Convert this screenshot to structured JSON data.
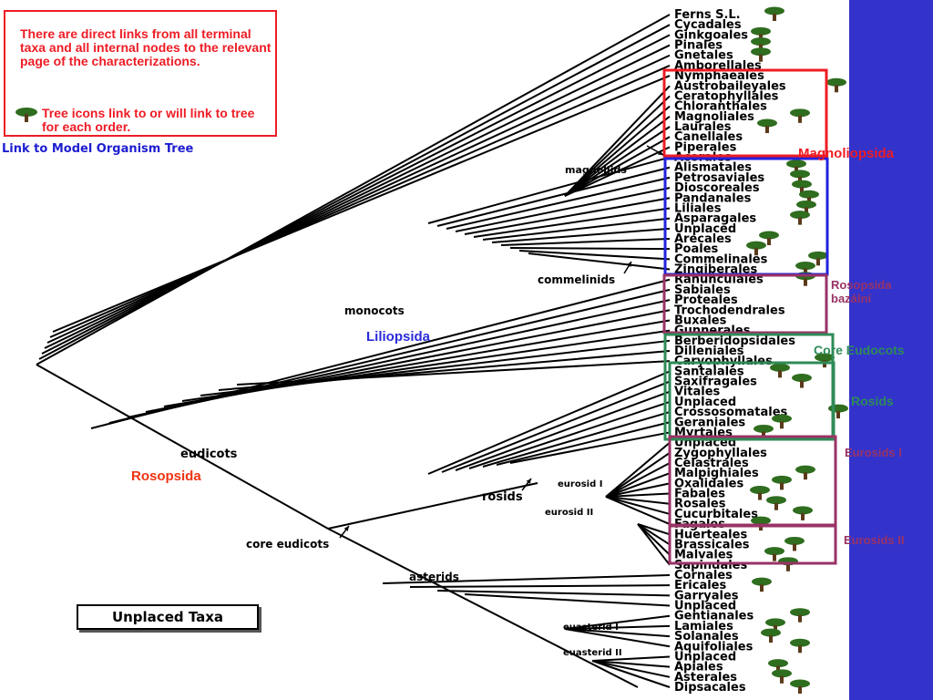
{
  "note": {
    "text1": "There are direct links from all terminal taxa and all internal nodes to the relevant page of the characterizations.",
    "text2": "Tree icons link to or will link to tree for each order.",
    "icon": "tree-icon"
  },
  "model_link": "Link to Model Organism Tree",
  "unplaced_button": "Unplaced Taxa",
  "colors": {
    "sidebar": "#3333cc",
    "magnoliopsida": "#ee1c25",
    "liliopsida": "#2222dd",
    "rosopsida_basalni": "#993366",
    "core_eudicots": "#2e8b57",
    "rosids": "#2e8b57",
    "eurosids": "#993366",
    "tree_icon": "#2f6d1f"
  },
  "groups": {
    "magnoliopsida": "Magnoliopsida",
    "liliopsida": "Liliopsida",
    "rosopsida": "Rosopsida",
    "rosopsida_basalni_1": "Rosopsida",
    "rosopsida_basalni_2": "bazální",
    "core_eudocots": "Core Eudocots",
    "rosids": "Rosids",
    "eurosids_1": "Eurosids I",
    "eurosids_2": "Eurosids II"
  },
  "clades": {
    "magnoliids": "magnoliids",
    "commelinids": "commelinids",
    "monocots": "monocots",
    "eudicots": "eudicots",
    "core_eudicots": "core eudicots",
    "rosids": "rosids",
    "eurosid1": "eurosid I",
    "eurosid2": "eurosid II",
    "asterids": "asterids",
    "euasterid1": "euasterid I",
    "euasterid2": "euasterid II"
  },
  "taxa": [
    {
      "name": "Ferns S.L.",
      "tree": true
    },
    {
      "name": "Cycadales",
      "tree": false
    },
    {
      "name": "Ginkgoales",
      "tree": true
    },
    {
      "name": "Pinales",
      "tree": true
    },
    {
      "name": "Gnetales",
      "tree": true
    },
    {
      "name": "Amborellales",
      "tree": false
    },
    {
      "name": "Nymphaeales",
      "tree": false
    },
    {
      "name": "Austrobaileyales",
      "tree": true
    },
    {
      "name": "Ceratophyllales",
      "tree": false
    },
    {
      "name": "Chloranthales",
      "tree": false
    },
    {
      "name": "Magnoliales",
      "tree": true
    },
    {
      "name": "Laurales",
      "tree": true
    },
    {
      "name": "Canellales",
      "tree": false
    },
    {
      "name": "Piperales",
      "tree": false
    },
    {
      "name": "Acorales",
      "tree": false
    },
    {
      "name": "Alismatales",
      "tree": true
    },
    {
      "name": "Petrosaviales",
      "tree": true
    },
    {
      "name": "Dioscoreales",
      "tree": true
    },
    {
      "name": "Pandanales",
      "tree": true
    },
    {
      "name": "Liliales",
      "tree": true
    },
    {
      "name": "Asparagales",
      "tree": true
    },
    {
      "name": "Unplaced",
      "tree": false
    },
    {
      "name": "Arecales",
      "tree": true
    },
    {
      "name": "Poales",
      "tree": true
    },
    {
      "name": "Commelinales",
      "tree": true
    },
    {
      "name": "Zingiberales",
      "tree": true
    },
    {
      "name": "Ranunculales",
      "tree": true
    },
    {
      "name": "Sabiales",
      "tree": false
    },
    {
      "name": "Proteales",
      "tree": false
    },
    {
      "name": "Trochodendrales",
      "tree": false
    },
    {
      "name": "Buxales",
      "tree": false
    },
    {
      "name": "Gunnerales",
      "tree": false
    },
    {
      "name": "Berberidopsidales",
      "tree": false
    },
    {
      "name": "Dilleniales",
      "tree": false
    },
    {
      "name": "Caryophyllales",
      "tree": true
    },
    {
      "name": "Santalales",
      "tree": true
    },
    {
      "name": "Saxifragales",
      "tree": true
    },
    {
      "name": "Vitales",
      "tree": false
    },
    {
      "name": "Unplaced",
      "tree": false
    },
    {
      "name": "Crossosomatales",
      "tree": true
    },
    {
      "name": "Geraniales",
      "tree": true
    },
    {
      "name": "Myrtales",
      "tree": true
    },
    {
      "name": "Unplaced",
      "tree": false
    },
    {
      "name": "Zygophyllales",
      "tree": false
    },
    {
      "name": "Celastrales",
      "tree": false
    },
    {
      "name": "Malpighiales",
      "tree": true
    },
    {
      "name": "Oxalidales",
      "tree": true
    },
    {
      "name": "Fabales",
      "tree": true
    },
    {
      "name": "Rosales",
      "tree": true
    },
    {
      "name": "Cucurbitales",
      "tree": true
    },
    {
      "name": "Fagales",
      "tree": true
    },
    {
      "name": "Huerteales",
      "tree": false
    },
    {
      "name": "Brassicales",
      "tree": true
    },
    {
      "name": "Malvales",
      "tree": true
    },
    {
      "name": "Sapindales",
      "tree": true
    },
    {
      "name": "Cornales",
      "tree": false
    },
    {
      "name": "Ericales",
      "tree": true
    },
    {
      "name": "Garryales",
      "tree": false
    },
    {
      "name": "Unplaced",
      "tree": false
    },
    {
      "name": "Gentianales",
      "tree": true
    },
    {
      "name": "Lamiales",
      "tree": true
    },
    {
      "name": "Solanales",
      "tree": true
    },
    {
      "name": "Aquifoliales",
      "tree": true
    },
    {
      "name": "Unplaced",
      "tree": false
    },
    {
      "name": "Apiales",
      "tree": true
    },
    {
      "name": "Asterales",
      "tree": true
    },
    {
      "name": "Dipsacales",
      "tree": true
    }
  ]
}
